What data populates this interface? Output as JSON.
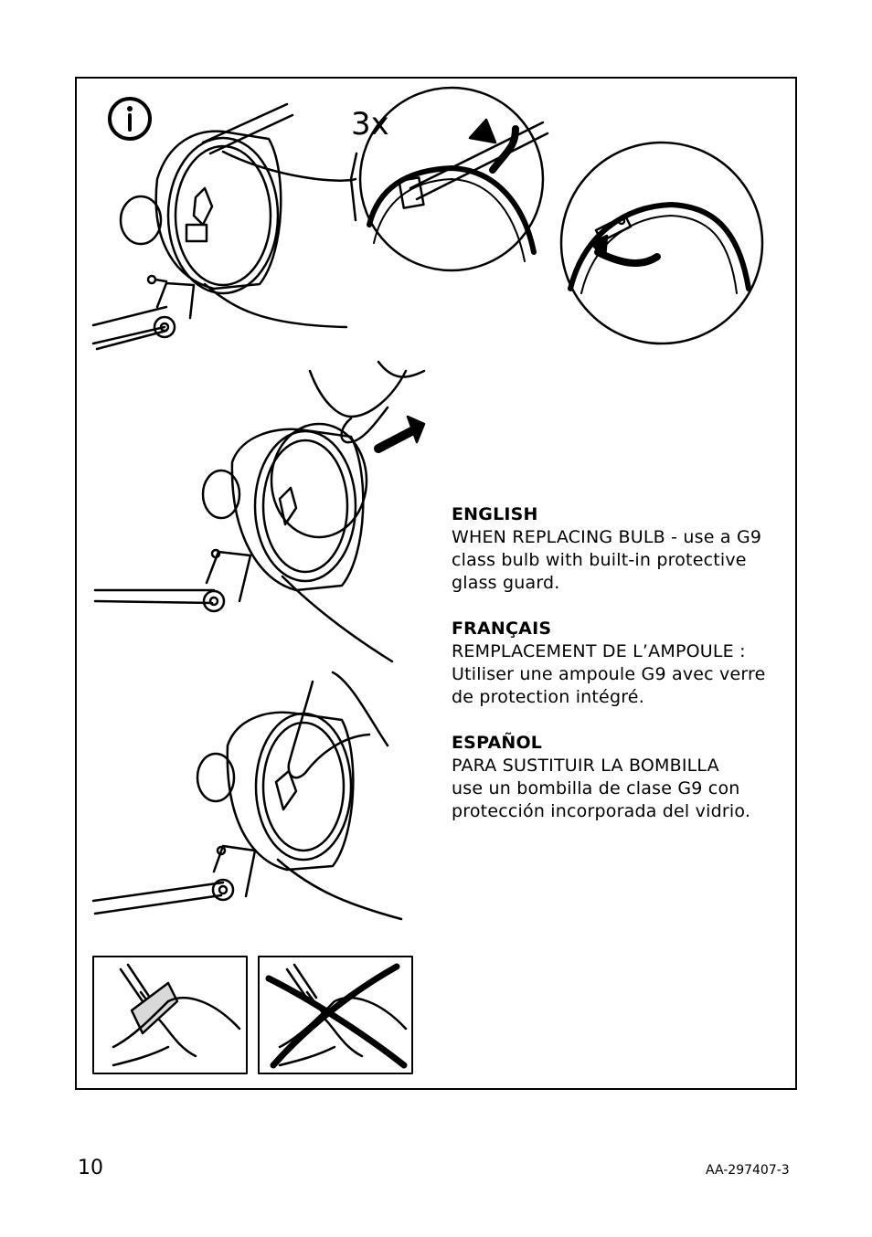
{
  "step_count_label": "3x",
  "sections": {
    "english": {
      "heading": "ENGLISH",
      "lines": [
        "WHEN REPLACING BULB - use a G9",
        "class bulb with built-in protective",
        "glass guard."
      ]
    },
    "french": {
      "heading": "FRANÇAIS",
      "lines": [
        "REMPLACEMENT DE L’AMPOULE :",
        "Utiliser une ampoule G9 avec verre",
        "de protection intégré."
      ]
    },
    "spanish": {
      "heading": "ESPAÑOL",
      "lines": [
        "PARA SUSTITUIR LA BOMBILLA",
        "use un bombilla de clase G9 con",
        "protección incorporada del vidrio."
      ]
    }
  },
  "footer": {
    "page_number": "10",
    "document_code": "AA-297407-3"
  },
  "icons": [
    "info-icon",
    "rotate-arrow-icon",
    "push-arrow-icon",
    "forbidden-cross-icon"
  ]
}
